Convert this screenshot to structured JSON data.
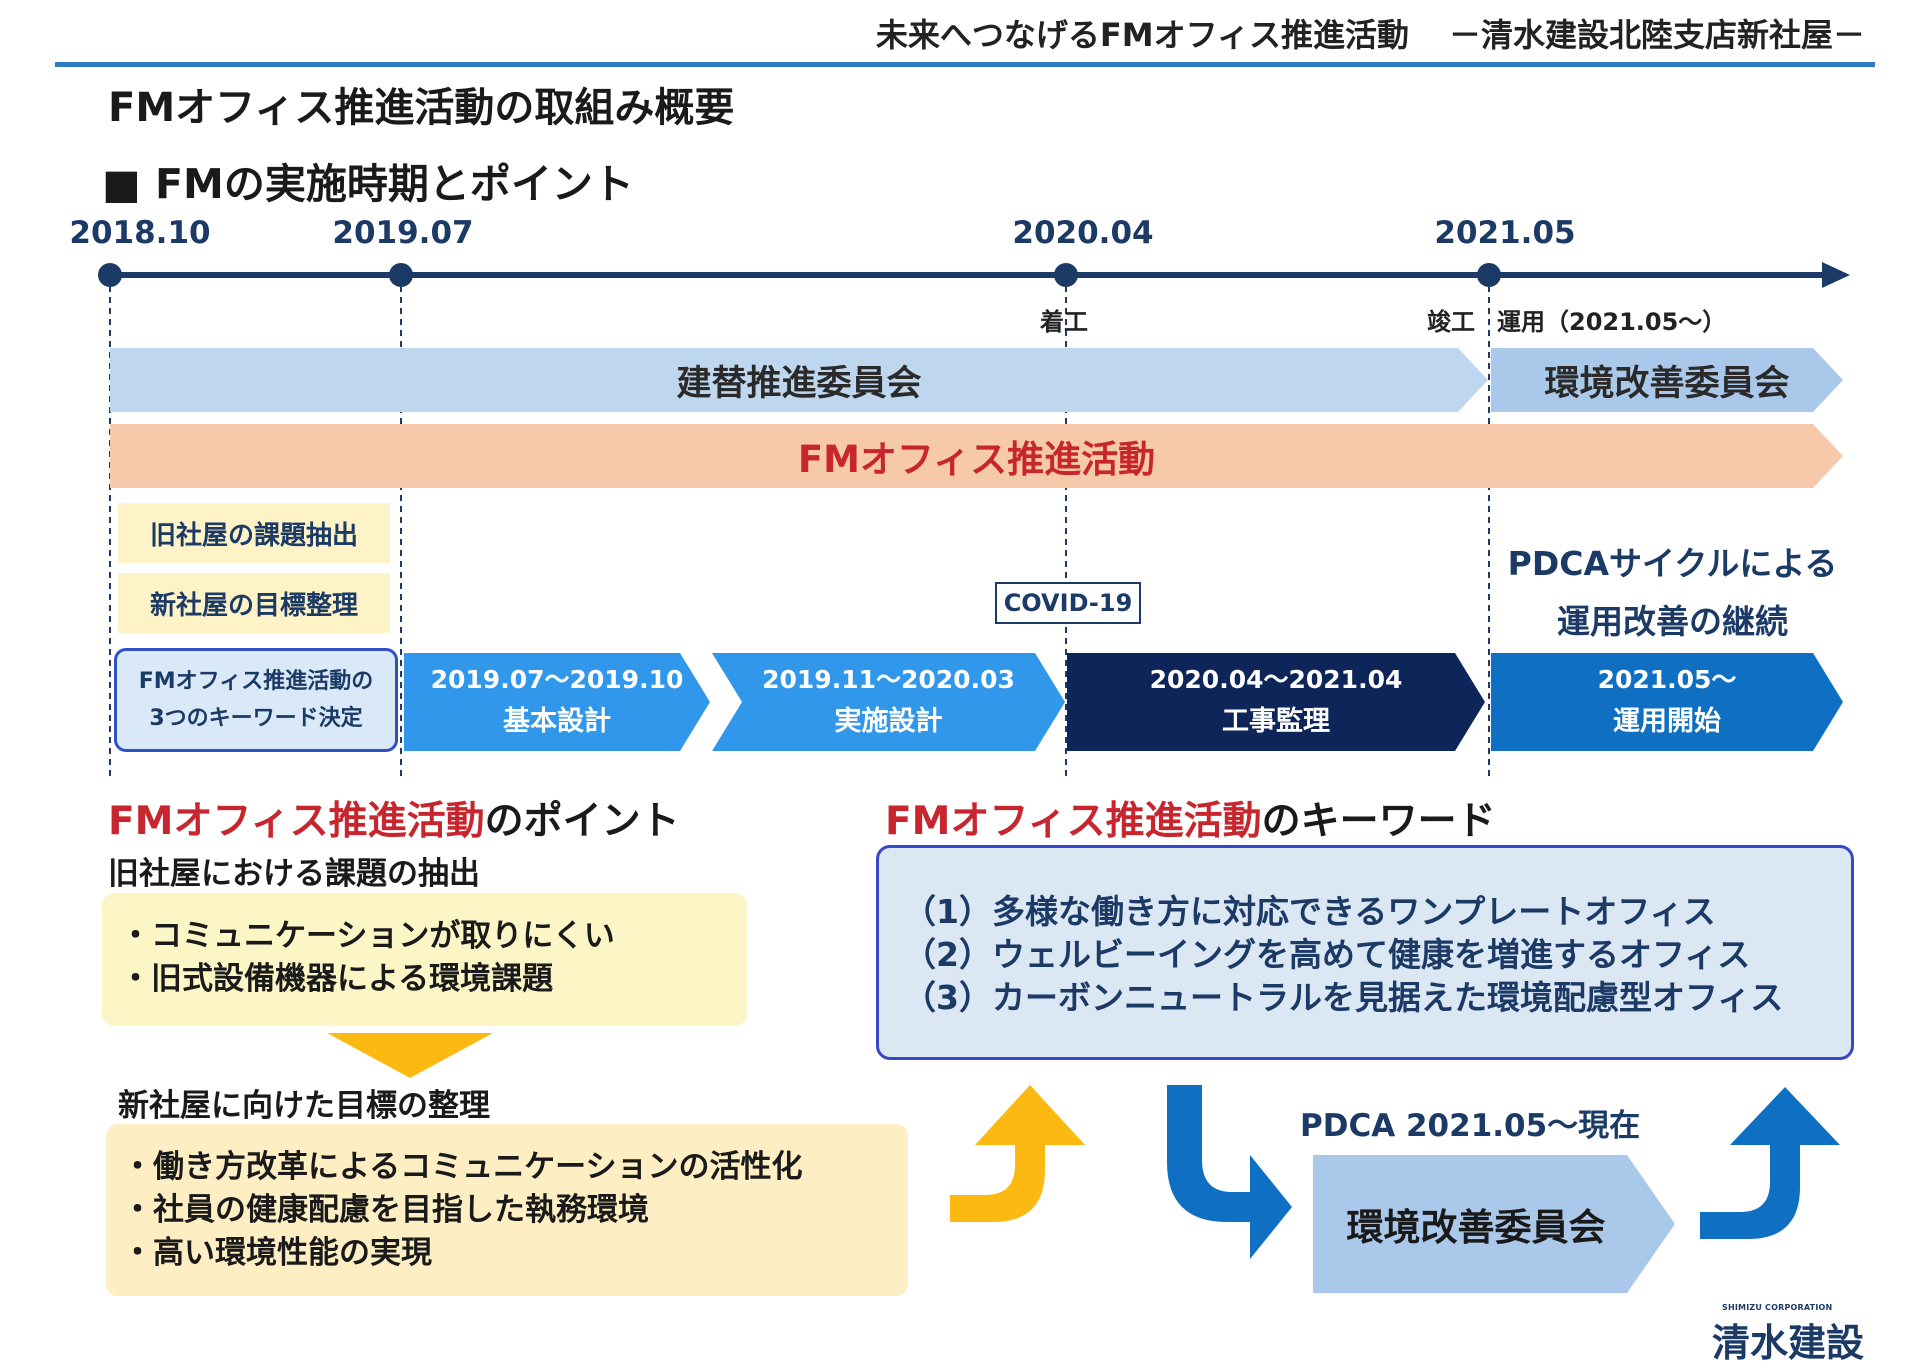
{
  "header": {
    "title": "未来へつなげるFMオフィス推進活動",
    "subtitle": "－清水建設北陸支店新社屋－"
  },
  "page_title": "FMオフィス推進活動の取組み概要",
  "section_title": "■ FMの実施時期とポイント",
  "timeline": {
    "dates": [
      "2018.10",
      "2019.07",
      "2020.04",
      "2021.05"
    ],
    "milestone_start": "着工",
    "milestone_end": "竣工",
    "operation": "運用（2021.05～）"
  },
  "bands": {
    "committee": "建替推進委員会",
    "env_committee": "環境改善委員会",
    "fm_activity": "FMオフィス推進活動"
  },
  "early_tasks": {
    "task1": "旧社屋の課題抽出",
    "task2": "新社屋の目標整理",
    "keyword_line1": "FMオフィス推進活動の",
    "keyword_line2": "3つのキーワード決定"
  },
  "covid": "COVID-19",
  "pdca_text": {
    "line1": "PDCAサイクルによる",
    "line2": "運用改善の継続"
  },
  "phases": [
    {
      "dates": "2019.07～2019.10",
      "name": "基本設計"
    },
    {
      "dates": "2019.11～2020.03",
      "name": "実施設計"
    },
    {
      "dates": "2020.04～2021.04",
      "name": "工事監理"
    },
    {
      "dates": "2021.05～",
      "name": "運用開始"
    }
  ],
  "points": {
    "heading_red": "FMオフィス推進活動",
    "heading_black": "のポイント",
    "issues_label": "旧社屋における課題の抽出",
    "issues": [
      "・コミュニケーションが取りにくい",
      "・旧式設備機器による環境課題"
    ],
    "goals_label": "新社屋に向けた目標の整理",
    "goals": [
      "・働き方改革によるコミュニケーションの活性化",
      "・社員の健康配慮を目指した執務環境",
      "・高い環境性能の実現"
    ]
  },
  "keywords": {
    "heading_red": "FMオフィス推進活動",
    "heading_black": "のキーワード",
    "items": [
      "（1）多様な働き方に対応できるワンプレートオフィス",
      "（2）ウェルビーイングを高めて健康を増進するオフィス",
      "（3）カーボンニュートラルを見据えた環境配慮型オフィス"
    ]
  },
  "pdca_cycle": {
    "label": "PDCA 2021.05～現在",
    "box": "環境改善委員会"
  },
  "logo": {
    "small": "SHIMIZU CORPORATION",
    "main": "清水建設"
  },
  "colors": {
    "navy": "#1c3a66",
    "blue": "#3197ea",
    "dark_navy": "#0d2558",
    "mid_blue": "#0f6fc2",
    "red": "#c8262e",
    "yellow": "#fcb912"
  }
}
